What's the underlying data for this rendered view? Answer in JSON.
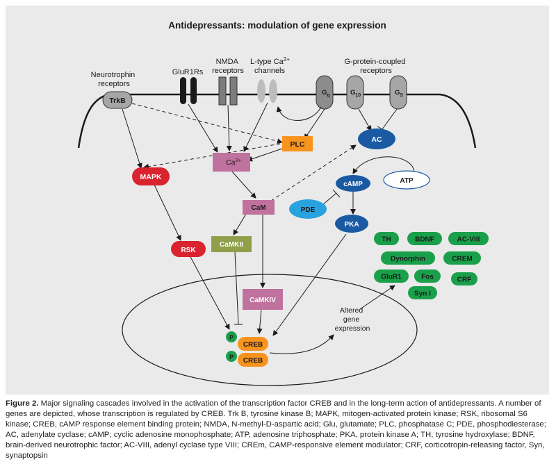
{
  "title": "Antidepressants: modulation of gene expression",
  "colors": {
    "background": "#eaeaea",
    "membrane": "#1a1a1a",
    "receptor_grey": "#a6a6a6",
    "red": "#d9232e",
    "orange": "#f7941d",
    "pink": "#c0729e",
    "olive": "#8f9f4a",
    "blue_dark": "#1a5aa3",
    "blue_light": "#29a3df",
    "green": "#1aa04b"
  },
  "labels": {
    "neurotrophin": [
      "Neurotrophin",
      "receptors"
    ],
    "glur1rs": "GluR1Rs",
    "nmda": [
      "NMDA",
      "receptors"
    ],
    "ltype": [
      "L-type Ca",
      "2+",
      "channels"
    ],
    "gpcr": [
      "G-protein-coupled",
      "receptors"
    ],
    "altered": [
      "Altered",
      "gene",
      "expression"
    ]
  },
  "g_proteins": {
    "g1": "G",
    "g1_sub": "q",
    "g2": "G",
    "g2_sub": "10",
    "g3": "G",
    "g3_sub": "S"
  },
  "nodes": {
    "trkb": "TrkB",
    "mapk": "MAPK",
    "rsk": "RSK",
    "plc": "PLC",
    "ca": "Ca",
    "ca_sup": "2+",
    "cam": "CaM",
    "camkii": "CaMKII",
    "camkiv": "CaMKIV",
    "ac": "AC",
    "atp": "ATP",
    "camp": "cAMP",
    "pde": "PDE",
    "pka": "PKA",
    "creb1": "CREB",
    "creb2": "CREB",
    "p1": "P",
    "p2": "P"
  },
  "genes": [
    "TH",
    "BDNF",
    "AC-VIII",
    "Dynorphin",
    "CREM",
    "GluR1",
    "Fos",
    "CRF",
    "Syn I"
  ],
  "caption": {
    "label": "Figure 2.",
    "text": "Major signaling cascades involved in the activation of the transcription factor CREB and in the long-term action of antidepressants. A number of genes are depicted, whose transcription is regulated by CREB. Trk B, tyrosine kinase B; MAPK, mitogen-activated protein kinase; RSK, ribosomal S6 kinase; CREB, cAMP response element binding protein; NMDA, N-methyl-D-aspartic acid; Glu, glutamate; PLC, phosphatase C; PDE, phosphodiesterase; AC, adenylate cyclase; cAMP; cyclic adenosine monophosphate; ATP, adenosine triphosphate; PKA, protein kinase A; TH, tyrosine hydroxylase; BDNF, brain-derived neurotrophic factor; AC-VIII, adenyl cyclase type VIII; CREm, CAMP-responsive element modulator; CRF, corticotropin-releasing factor, Syn, synaptopsin"
  }
}
